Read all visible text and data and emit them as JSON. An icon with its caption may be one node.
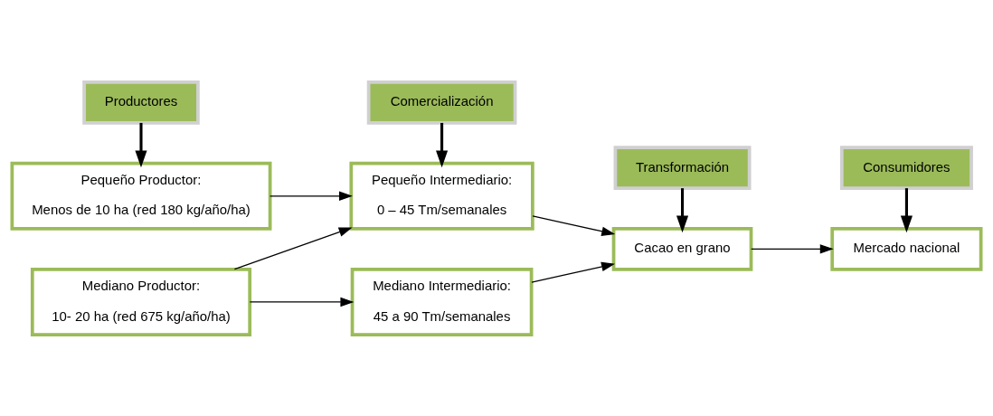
{
  "diagram": {
    "nodes": [
      {
        "text": [
          "Productores"
        ]
      },
      {
        "text": [
          "Comercialización"
        ]
      },
      {
        "text": [
          "Transformación"
        ]
      },
      {
        "text": [
          "Consumidores"
        ]
      },
      {
        "text": [
          "Pequeño Productor:",
          "Menos de 10 ha (red 180 kg/año/ha)"
        ]
      },
      {
        "text": [
          "Mediano Productor:",
          "10- 20 ha (red 675 kg/año/ha)"
        ]
      },
      {
        "text": [
          "Pequeño Intermediario:",
          "0 – 45 Tm/semanales"
        ]
      },
      {
        "text": [
          "Mediano Intermediario:",
          "45 a 90 Tm/semanales"
        ]
      },
      {
        "text": [
          "Cacao en grano"
        ]
      },
      {
        "text": [
          "Mercado nacional"
        ]
      }
    ],
    "edges": [
      {
        "from": 0,
        "to": 4,
        "arrow": "to",
        "style": "thick"
      },
      {
        "from": 1,
        "to": 6,
        "arrow": "to",
        "style": "thick"
      },
      {
        "from": 2,
        "to": 8,
        "arrow": "to",
        "style": "thick"
      },
      {
        "from": 3,
        "to": 9,
        "arrow": "to",
        "style": "thick"
      },
      {
        "from": 4,
        "to": 6,
        "arrow": "to"
      },
      {
        "from": 5,
        "to": 6,
        "arrow": "to"
      },
      {
        "from": 5,
        "to": 7,
        "arrow": "to"
      },
      {
        "from": 6,
        "to": 8,
        "arrow": "to"
      },
      {
        "from": 7,
        "to": 8,
        "arrow": "to"
      },
      {
        "from": 8,
        "to": 9,
        "arrow": "to"
      }
    ]
  }
}
